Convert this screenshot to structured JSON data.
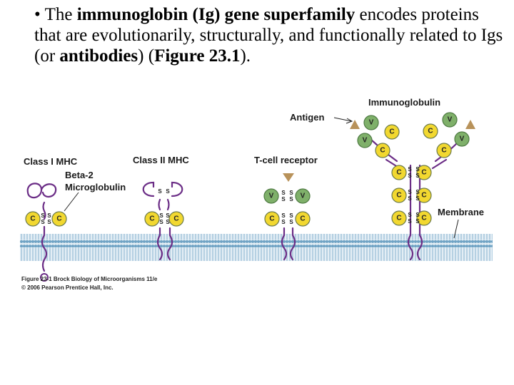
{
  "slide": {
    "bullet": "•",
    "t1": " The ",
    "b1": "immunoglobin (Ig) gene superfamily",
    "t2": " encodes proteins that are evolutionarily, structurally, and functionally related to Igs (or ",
    "b2": "antibodies",
    "t3": ") (",
    "b3": "Figure 23.1",
    "t4": ")."
  },
  "figure": {
    "labels": {
      "immunoglobulin": "Immunoglobulin",
      "antigen": "Antigen",
      "class_i_mhc": "Class I MHC",
      "beta2": "Beta-2",
      "microglobulin": "Microglobulin",
      "class_ii_mhc": "Class II MHC",
      "tcell_receptor": "T-cell receptor",
      "membrane": "Membrane"
    },
    "domain_letters": {
      "constant": "C",
      "variable": "V",
      "disulfide": "S"
    },
    "caption": {
      "line1": "Figure 23-1  Brock Biology of Microorganisms 11/e",
      "line2": "© 2006 Pearson Prentice Hall, Inc."
    },
    "colors": {
      "constant_domain": "#f2d830",
      "variable_domain": "#7fb06a",
      "chain": "#6b2d86",
      "antigen": "#b8925a",
      "membrane_head": "#6fa3c4",
      "membrane_tail": "#a9c9dd"
    }
  }
}
